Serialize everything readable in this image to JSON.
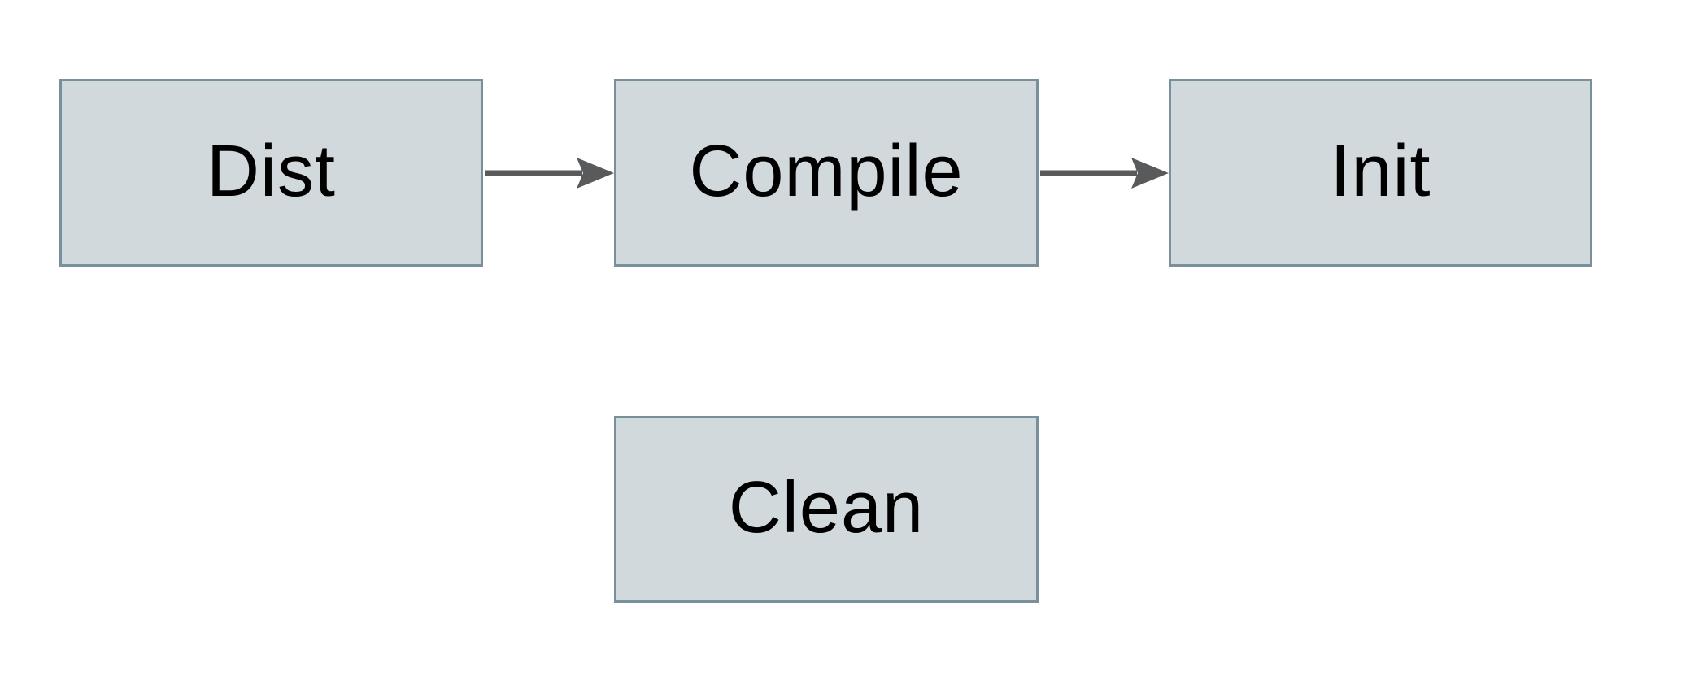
{
  "diagram": {
    "nodes": [
      {
        "id": "dist",
        "label": "Dist"
      },
      {
        "id": "compile",
        "label": "Compile"
      },
      {
        "id": "init",
        "label": "Init"
      },
      {
        "id": "clean",
        "label": "Clean"
      }
    ],
    "edges": [
      {
        "from": "Dist",
        "to": "Compile"
      },
      {
        "from": "Compile",
        "to": "Init"
      }
    ],
    "colors": {
      "node_fill": "#d2d9dc",
      "node_border": "#78909b",
      "arrow": "#595a5c",
      "text": "#000000",
      "background": "#ffffff"
    }
  }
}
